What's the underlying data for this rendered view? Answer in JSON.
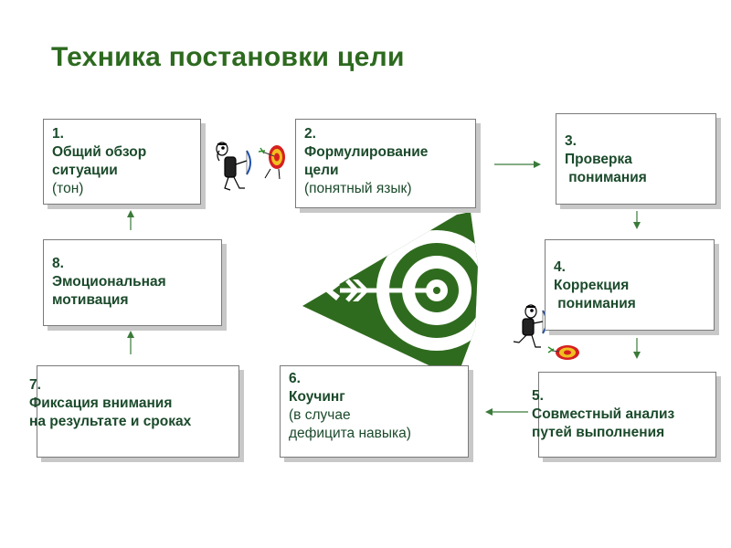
{
  "title": "Техника постановки цели",
  "steps": [
    {
      "num": "1.",
      "lines": [
        "Общий обзор",
        "ситуации"
      ],
      "note": "(тон)"
    },
    {
      "num": "2.",
      "lines": [
        "Формулирование",
        "цели"
      ],
      "note": "(понятный язык)"
    },
    {
      "num": "3.",
      "lines": [
        "Проверка",
        " понимания"
      ],
      "note": ""
    },
    {
      "num": "4.",
      "lines": [
        "Коррекция",
        " понимания"
      ],
      "note": ""
    },
    {
      "num": "5.",
      "lines": [
        "Совместный анализ",
        "путей выполнения"
      ],
      "note": ""
    },
    {
      "num": "6.",
      "lines": [
        "Коучинг"
      ],
      "note": "(в случае",
      "note2": "дефицита навыка)"
    },
    {
      "num": "7.",
      "lines": [
        "Фиксация внимания",
        "на результате и сроках"
      ],
      "note": ""
    },
    {
      "num": "8.",
      "lines": [
        "Эмоциональная",
        "мотивация"
      ],
      "note": ""
    }
  ],
  "colors": {
    "title": "#2d6a1f",
    "box_text": "#1b4a2b",
    "target": "#2f6b1e",
    "arrow": "#3a7a3a"
  },
  "icons": [
    "archer-icon",
    "target-icon",
    "bullseye-icon"
  ]
}
